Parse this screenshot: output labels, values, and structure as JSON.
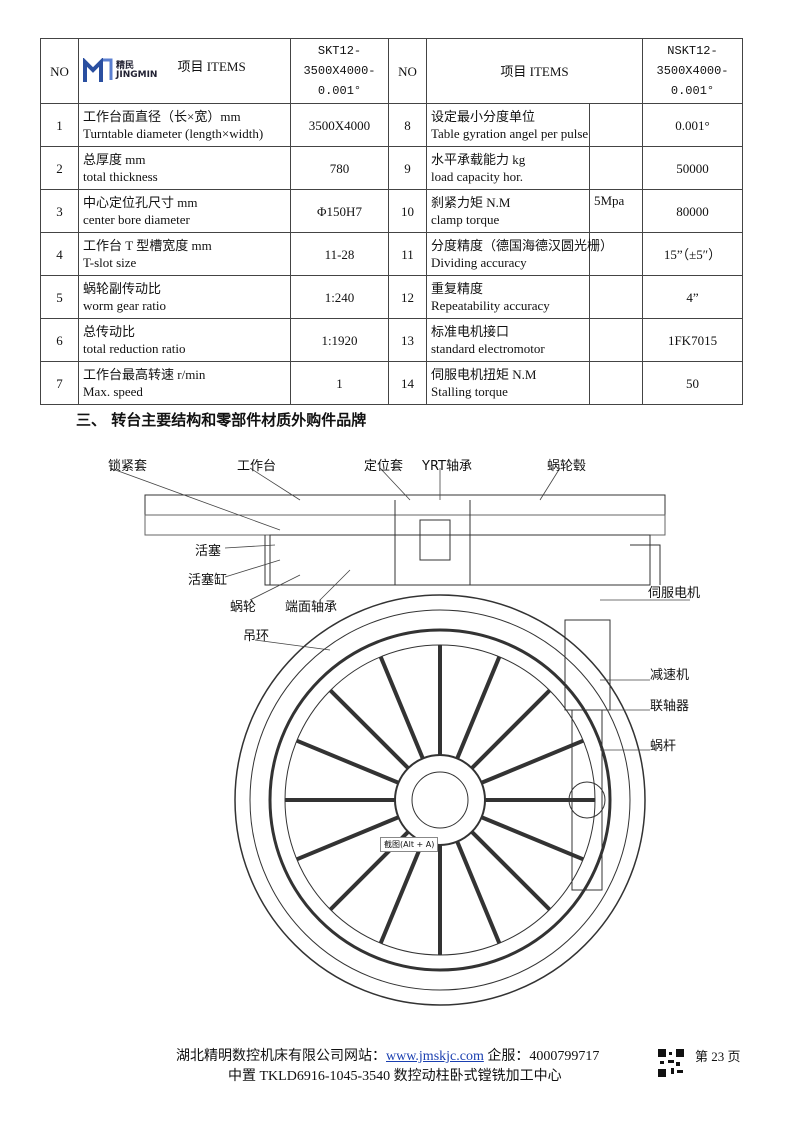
{
  "header": {
    "no": "NO",
    "items": "项目 ITEMS",
    "model_left": [
      "SKT12-",
      "3500X4000-",
      "0.001°"
    ],
    "model_right": [
      "NSKT12-",
      "3500X4000-",
      "0.001°"
    ],
    "logo_cn": "精民",
    "logo_en": "JINGMIN"
  },
  "rows": [
    {
      "no": "1",
      "cn": "工作台面直径（长×宽）mm",
      "en": "Turntable diameter (length×width)",
      "val": "3500X4000",
      "no2": "8",
      "cn2": "设定最小分度单位",
      "en2": "Table gyration angel per pulse",
      "sub2": "",
      "val2": "0.001°"
    },
    {
      "no": "2",
      "cn": "总厚度 mm",
      "en": "total thickness",
      "val": "780",
      "no2": "9",
      "cn2": "水平承载能力 kg",
      "en2": "load capacity hor.",
      "sub2": "",
      "val2": "50000"
    },
    {
      "no": "3",
      "cn": "中心定位孔尺寸 mm",
      "en": "center bore diameter",
      "val": "Φ150H7",
      "no2": "10",
      "cn2": "刹紧力矩 N.M",
      "en2": "clamp torque",
      "sub2": "5Mpa",
      "val2": "80000"
    },
    {
      "no": "4",
      "cn": "工作台 T 型槽宽度 mm",
      "en": "T-slot size",
      "val": "11-28",
      "no2": "11",
      "cn2": "分度精度（德国海德汉圆光栅）",
      "en2": "Dividing accuracy",
      "sub2": "",
      "val2": "15”（±5″）"
    },
    {
      "no": "5",
      "cn": "蜗轮副传动比",
      "en": "worm gear ratio",
      "val": "1:240",
      "no2": "12",
      "cn2": "重复精度",
      "en2": "Repeatability accuracy",
      "sub2": "",
      "val2": "4”"
    },
    {
      "no": "6",
      "cn": "总传动比",
      "en": "total reduction ratio",
      "val": "1:1920",
      "no2": "13",
      "cn2": "标准电机接口",
      "en2": "standard electromotor",
      "sub2": "",
      "val2": "1FK7015"
    },
    {
      "no": "7",
      "cn": "工作台最高转速 r/min",
      "en": "Max. speed",
      "val": "1",
      "no2": "14",
      "cn2": "伺服电机扭矩 N.M",
      "en2": "Stalling torque",
      "sub2": "",
      "val2": "50"
    }
  ],
  "section_title": "三、   转台主要结构和零部件材质外购件品牌",
  "diagram_labels": {
    "lock": "锁紧套",
    "table": "工作台",
    "locator": "定位套",
    "yrt": "YRT轴承",
    "hub": "蜗轮毂",
    "piston": "活塞",
    "cylinder": "活塞缸",
    "wheel": "蜗轮",
    "face_bearing": "端面轴承",
    "servo": "伺服电机",
    "ring": "吊环",
    "reducer": "减速机",
    "coupling": "联轴器",
    "worm": "蜗杆",
    "screenshot_tip": "截图(Alt + A)"
  },
  "footer": {
    "company": "湖北精明数控机床有限公司网站：",
    "url": "www.jmskjc.com",
    "service": " 企服：4000799717",
    "line2": "中置 TKLD6916-1045-3540 数控动柱卧式镗铣加工中心",
    "page": "第 23 页"
  }
}
